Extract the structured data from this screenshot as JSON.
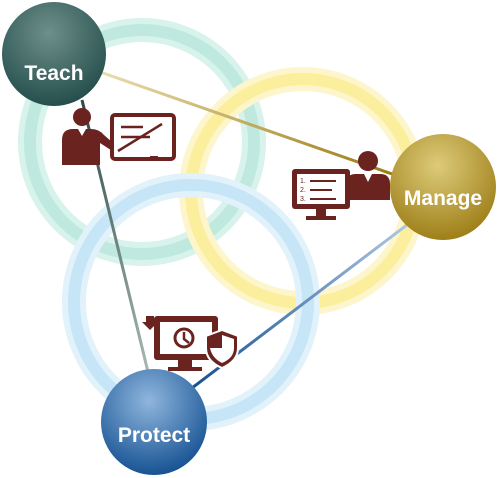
{
  "nodes": {
    "teach": {
      "label": "Teach"
    },
    "manage": {
      "label": "Manage"
    },
    "protect": {
      "label": "Protect"
    }
  },
  "colors": {
    "teach_ring": "#bfe9df",
    "manage_ring": "#fbef9e",
    "protect_ring": "#c6e6f8",
    "teach_node_top": "#6e8f8a",
    "teach_node_bottom": "#1f4a48",
    "manage_node_top": "#ddcb7a",
    "manage_node_bottom": "#9a7a12",
    "protect_node_top": "#8fb6dd",
    "protect_node_bottom": "#0f4c8e",
    "icon": "#6b2320"
  },
  "icons": {
    "teach": "teacher-whiteboard-icon",
    "manage": "presenter-monitor-list-icon",
    "protect": "restore-monitor-shield-icon"
  },
  "list_numbers": [
    "1.",
    "2.",
    "3."
  ]
}
